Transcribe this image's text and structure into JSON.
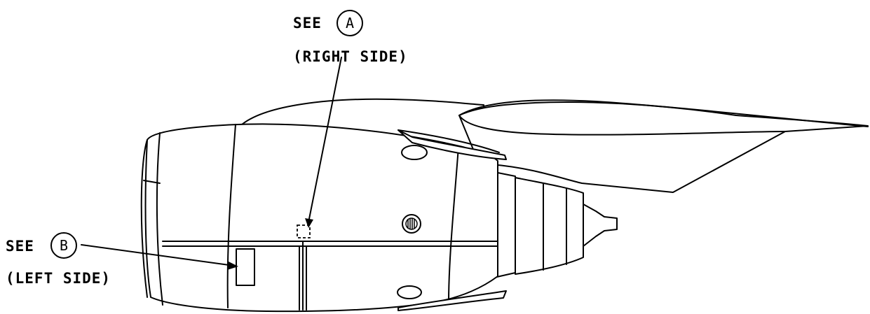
{
  "callouts": {
    "a": {
      "see": "SEE",
      "letter": "A",
      "side": "(RIGHT SIDE)"
    },
    "b": {
      "see": "SEE",
      "letter": "B",
      "side": "(LEFT SIDE)"
    }
  },
  "colors": {
    "line": "#000000",
    "background": "#ffffff"
  }
}
